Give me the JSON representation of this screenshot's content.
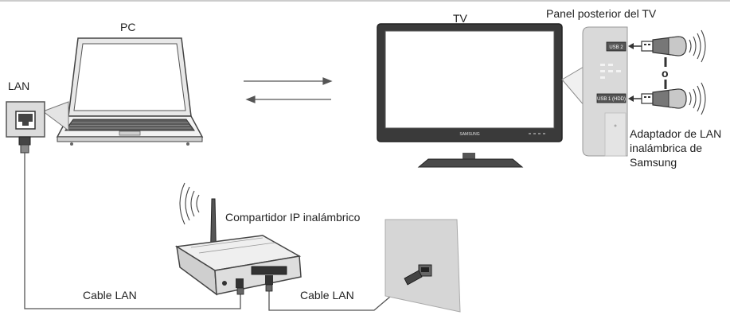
{
  "labels": {
    "pc": "PC",
    "tv": "TV",
    "tv_rear_panel": "Panel posterior del TV",
    "lan": "LAN",
    "or": "o",
    "wireless_adapter_line1": "Adaptador de LAN",
    "wireless_adapter_line2": "inalámbrica de",
    "wireless_adapter_line3": "Samsung",
    "wireless_ip_sharer": "Compartidor IP inalámbrico",
    "cable_lan_left": "Cable LAN",
    "cable_lan_right": "Cable LAN"
  },
  "tv_panel": {
    "brand": "SAMSUNG",
    "port_usb2": "USB 2",
    "port_usb1": "USB 1 (HDD)"
  },
  "colors": {
    "line": "#555555",
    "body_grey": "#d9d9d9",
    "dark": "#333333"
  }
}
